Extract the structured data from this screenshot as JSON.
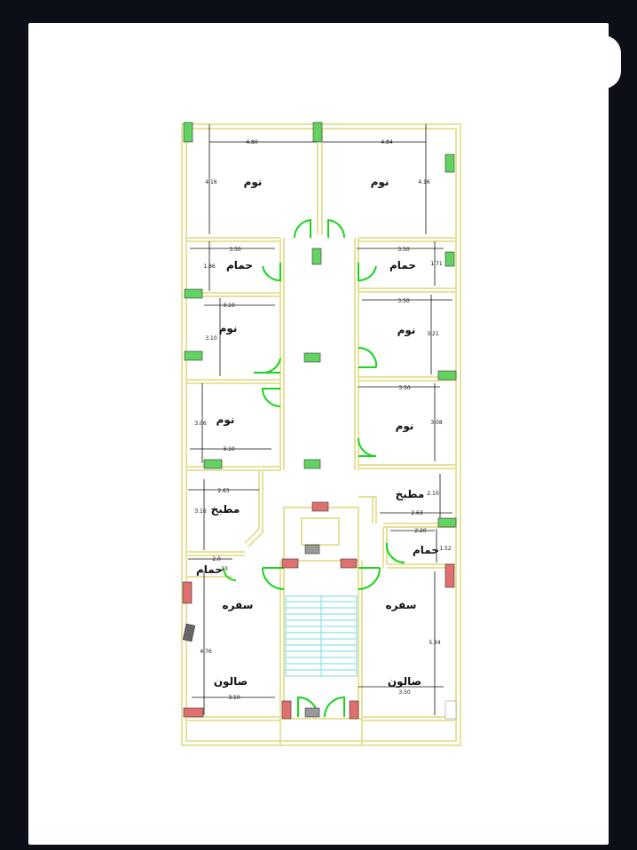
{
  "rooms": {
    "bedroom": "نوم",
    "bath": "حمام",
    "kitchen": "مطبخ",
    "dining": "سفره",
    "salon": "صالون"
  },
  "dims": {
    "top_left_width": "4.80",
    "top_right_width": "4.84",
    "tl_height": "4.16",
    "tr_height": "4.16",
    "bath_l_w": "3.50",
    "bath_l_h": "1.86",
    "bath_r_w": "3.50",
    "bath_r_h": "1.71",
    "bed_l2_w": "3.10",
    "bed_l2_h": "3.10",
    "bed_r2_w": "3.50",
    "bed_r2_h": "3.21",
    "bed_l3_h": "3.06",
    "bed_l3_w": "3.10",
    "bed_r3_w": "3.50",
    "bed_r3_h": "3.08",
    "kit_l_w": "2.63",
    "kit_l_h": "3.16",
    "kit_r_h": "2.10",
    "kit_r_w": "2.63",
    "bath_r2_w": "2.20",
    "bath_r2_h": "1.52",
    "bath_l2_w": "2.0",
    "bath_l2_h": ".23",
    "dining_l_h": "4.76",
    "salon_l_w": "3.50",
    "dining_r_h": "5.34",
    "salon_r_w": "3.50"
  },
  "colors": {
    "wall": "#e6e29a",
    "door": "#19d419",
    "dim_line": "#111111",
    "window_red": "#e07070",
    "window_green": "#62d262",
    "stairs": "#8fe0ea"
  }
}
